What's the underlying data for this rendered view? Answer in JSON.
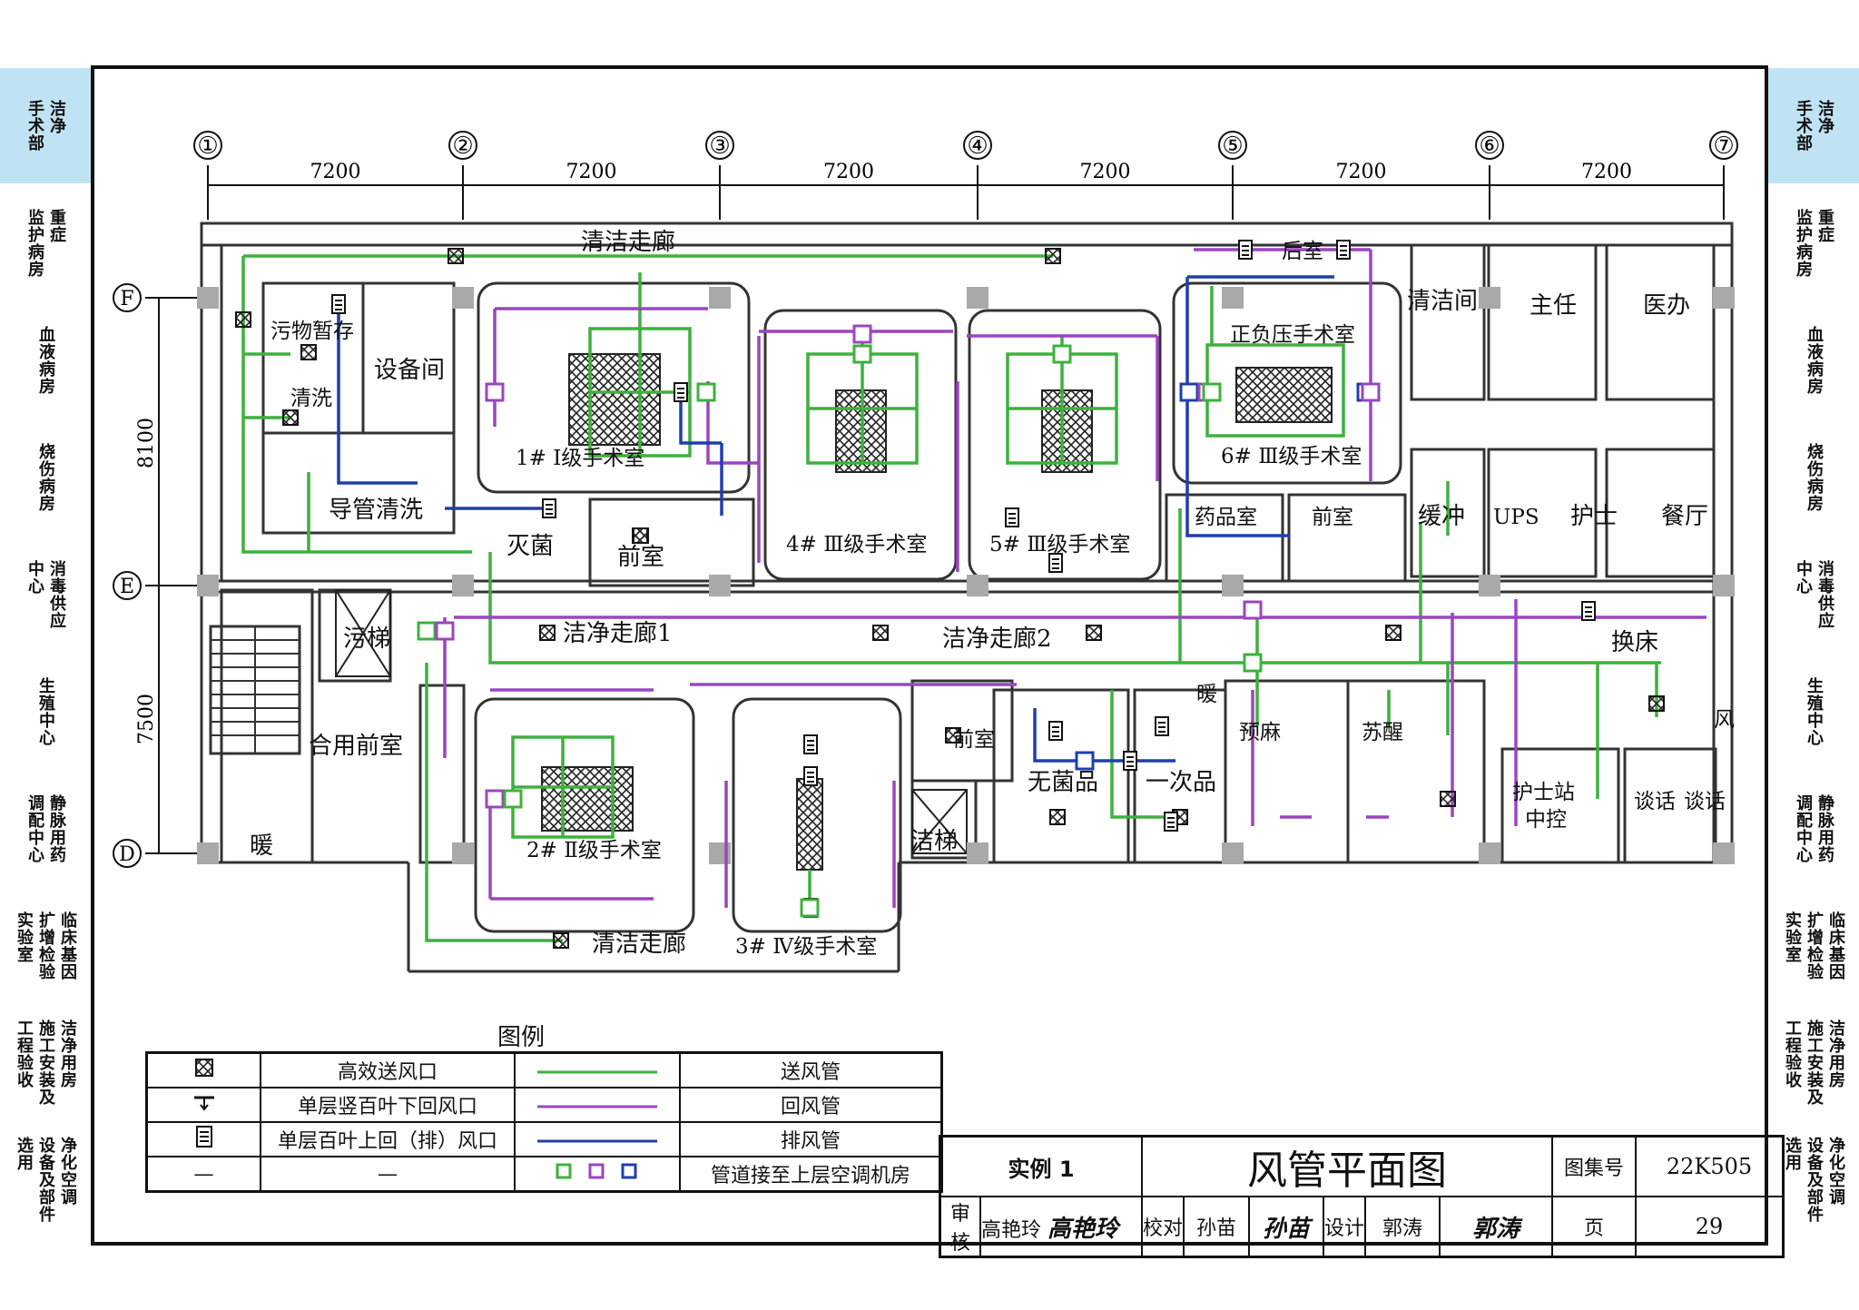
{
  "side_tabs": [
    [
      "洁净",
      "手术部"
    ],
    [
      "重症",
      "监护病房"
    ],
    [
      "血液病房"
    ],
    [
      "烧伤病房"
    ],
    [
      "消毒供应",
      "中心"
    ],
    [
      "生殖中心"
    ],
    [
      "静脉用药",
      "调配中心"
    ],
    [
      "临床基因",
      "扩增检验",
      "实验室"
    ],
    [
      "洁净用房",
      "施工安装及",
      "工程验收"
    ],
    [
      "净化空调",
      "设备及部件",
      "选用"
    ]
  ],
  "active_tab": 0,
  "axes": {
    "columns": [
      "①",
      "②",
      "③",
      "④",
      "⑤",
      "⑥",
      "⑦"
    ],
    "column_spacing": [
      "7200",
      "7200",
      "7200",
      "7200",
      "7200",
      "7200"
    ],
    "rows": [
      "F",
      "E",
      "D"
    ],
    "row_spacing": [
      "8100",
      "7500"
    ]
  },
  "rooms": {
    "clean_corridor_top": "清洁走廊",
    "dirt_storage": "污物暂存",
    "wash": "清洗",
    "equipment_room": "设备间",
    "catheter_wash": "导管清洗",
    "or1": "1# Ⅰ级手术室",
    "or4": "4# Ⅲ级手术室",
    "or5": "5# Ⅲ级手术室",
    "or6": "6# Ⅲ级手术室",
    "neg_or": "正负压手术室",
    "back_room": "后室",
    "cleaning_room": "清洁间",
    "director": "主任",
    "doctor_office": "医办",
    "sterilize": "灭菌",
    "anteroom": "前室",
    "pharmacy": "药品室",
    "buffer": "缓冲",
    "ups": "UPS",
    "nurse": "护士",
    "dining": "餐厅",
    "dirty_elevator": "污梯",
    "clean_corridor_1": "洁净走廊1",
    "clean_corridor_2": "洁净走廊2",
    "bed_change": "换床",
    "shared_anteroom": "合用前室",
    "warm": "暖",
    "pre_anesthesia": "预麻",
    "recovery": "苏醒",
    "sterile_goods": "无菌品",
    "disposables": "一次品",
    "nurse_station": "护士站",
    "central_control": "中控",
    "talk": "谈话",
    "fan": "风",
    "clean_elevator": "洁梯",
    "or2": "2# Ⅱ级手术室",
    "or3": "3# Ⅳ级手术室",
    "clean_corridor_bottom": "清洁走廊"
  },
  "legend": {
    "title": "图例",
    "rows": [
      {
        "symbol": "hepa",
        "label": "高效送风口",
        "line_color": "#3db13d",
        "line_label": "送风管"
      },
      {
        "symbol": "down-return",
        "label": "单层竖百叶下回风口",
        "line_color": "#9b45c0",
        "line_label": "回风管"
      },
      {
        "symbol": "up-return",
        "label": "单层百叶上回（排）风口",
        "line_color": "#1f3fae",
        "line_label": "排风管"
      },
      {
        "symbol": "dash",
        "label": "—",
        "line_color": "",
        "line_label": "管道接至上层空调机房"
      }
    ]
  },
  "titleblock": {
    "example": "实例 1",
    "title": "风管平面图",
    "atlas_label": "图集号",
    "atlas_no": "22K505",
    "review_label": "审核",
    "reviewer": "高艳玲",
    "reviewer_sig": "高艳玲",
    "check_label": "校对",
    "checker": "孙苗",
    "checker_sig": "孙苗",
    "design_label": "设计",
    "designer": "郭涛",
    "designer_sig": "郭涛",
    "page_label": "页",
    "page_no": "29"
  },
  "colors": {
    "supply": "#3db13d",
    "return": "#9b45c0",
    "exhaust": "#1f3fae",
    "tab_active": "#bfe3f3",
    "column_block": "#a9a9a9"
  }
}
